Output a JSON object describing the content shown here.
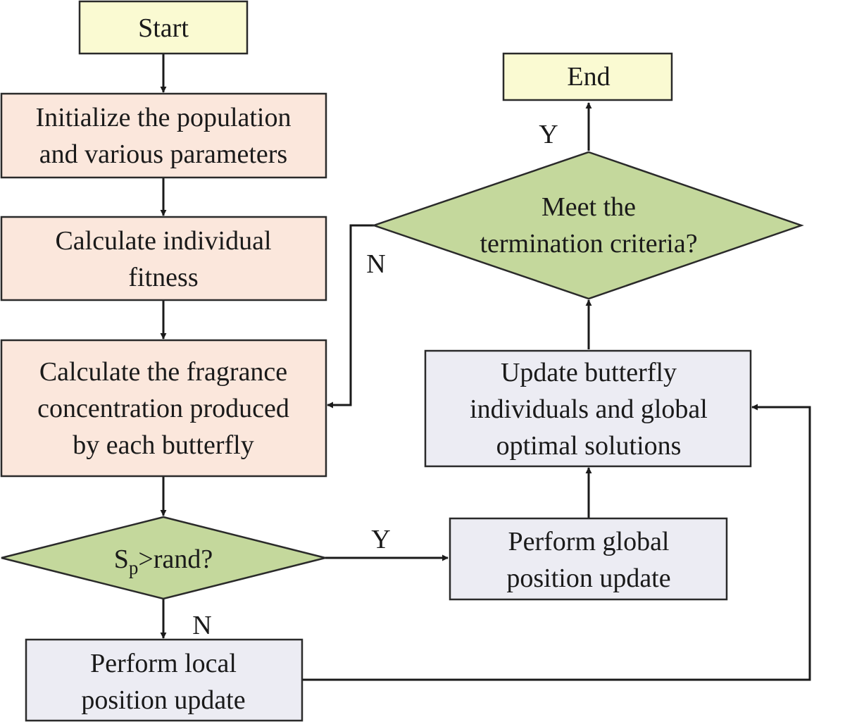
{
  "colors": {
    "terminal_fill": "#fafad2",
    "process_fill": "#fbe7dc",
    "update_fill": "#ececf3",
    "decision_fill": "#c4d89c",
    "line": "#1a1a1a"
  },
  "nodes": {
    "start": {
      "text": "Start"
    },
    "init": {
      "line1": "Initialize the population",
      "line2": "and various parameters"
    },
    "fitness": {
      "line1": "Calculate individual",
      "line2": "fitness"
    },
    "fragrance": {
      "line1": "Calculate the fragrance",
      "line2": "concentration produced",
      "line3": "by each butterfly"
    },
    "sp_decision": {
      "base": "S",
      "subscript": "p",
      "rest": ">rand?"
    },
    "local_update": {
      "line1": "Perform local",
      "line2": "position update"
    },
    "global_update": {
      "line1": "Perform global",
      "line2": "position update"
    },
    "update_butterfly": {
      "line1": "Update butterfly",
      "line2": "individuals and global",
      "line3": "optimal solutions"
    },
    "termination": {
      "line1": "Meet the",
      "line2": "termination criteria?"
    },
    "end": {
      "text": "End"
    }
  },
  "edge_labels": {
    "sp_yes": "Y",
    "sp_no": "N",
    "term_yes": "Y",
    "term_no": "N"
  }
}
